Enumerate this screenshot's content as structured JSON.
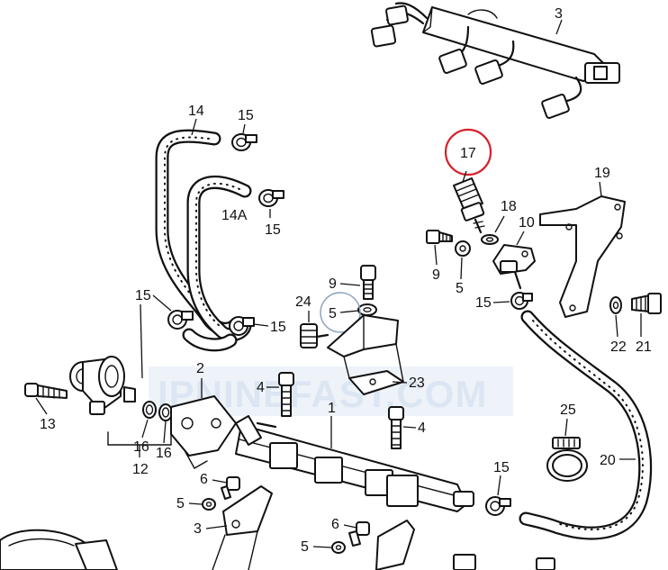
{
  "watermark": "IPNINEFAST.COM",
  "callouts": {
    "c1": "1",
    "c2": "2",
    "c3_top": "3",
    "c3_bottom": "3",
    "c4_left": "4",
    "c4_right": "4",
    "c5_upper": "5",
    "c5_right": "5",
    "c5_lower_a": "5",
    "c5_lower_b": "5",
    "c6_a": "6",
    "c6_b": "6",
    "c9_upper": "9",
    "c9_right": "9",
    "c10": "10",
    "c12": "12",
    "c13": "13",
    "c14": "14",
    "c14a": "14A",
    "c15_top": "15",
    "c15_mid": "15",
    "c15_left": "15",
    "c15_center": "15",
    "c15_right": "15",
    "c15_bottom": "15",
    "c16_a": "16",
    "c16_b": "16",
    "c17": "17",
    "c18": "18",
    "c19": "19",
    "c20": "20",
    "c21": "21",
    "c22": "22",
    "c23": "23",
    "c24": "24",
    "c25": "25"
  },
  "highlight_color": "#d6202a"
}
